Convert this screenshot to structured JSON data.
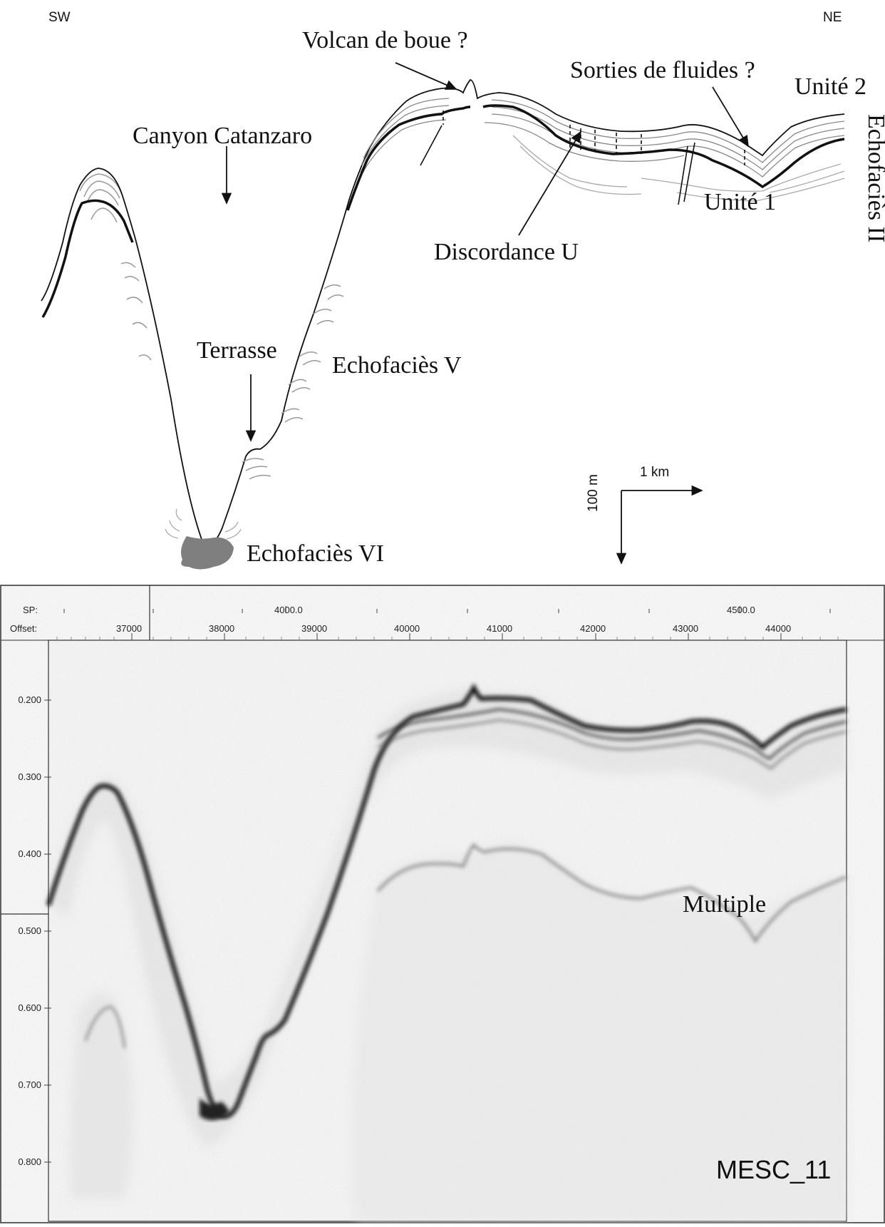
{
  "interpretation": {
    "compass_left": "SW",
    "compass_right": "NE",
    "labels": {
      "volcan": "Volcan de boue ?",
      "sorties": "Sorties de fluides ?",
      "unite2": "Unité 2",
      "echofacies2": "Echofaciès II",
      "canyon": "Canyon Catanzaro",
      "discordance": "Discordance U",
      "unite1": "Unité 1",
      "terrasse": "Terrasse",
      "echofacies5": "Echofaciès V",
      "echofacies6": "Echofaciès VI"
    },
    "scale": {
      "horizontal": "1 km",
      "vertical": "100 m"
    }
  },
  "profile": {
    "sp_label": "SP:",
    "offset_label": "Offset:",
    "sp_ticks": [
      "4000.0",
      "4500.0"
    ],
    "offset_ticks": [
      "37000",
      "38000",
      "39000",
      "40000",
      "41000",
      "42000",
      "43000",
      "44000"
    ],
    "y_ticks": [
      "0.200",
      "0.300",
      "0.400",
      "0.500",
      "0.600",
      "0.700",
      "0.800"
    ],
    "multiple_label": "Multiple",
    "profile_name": "MESC_11"
  }
}
